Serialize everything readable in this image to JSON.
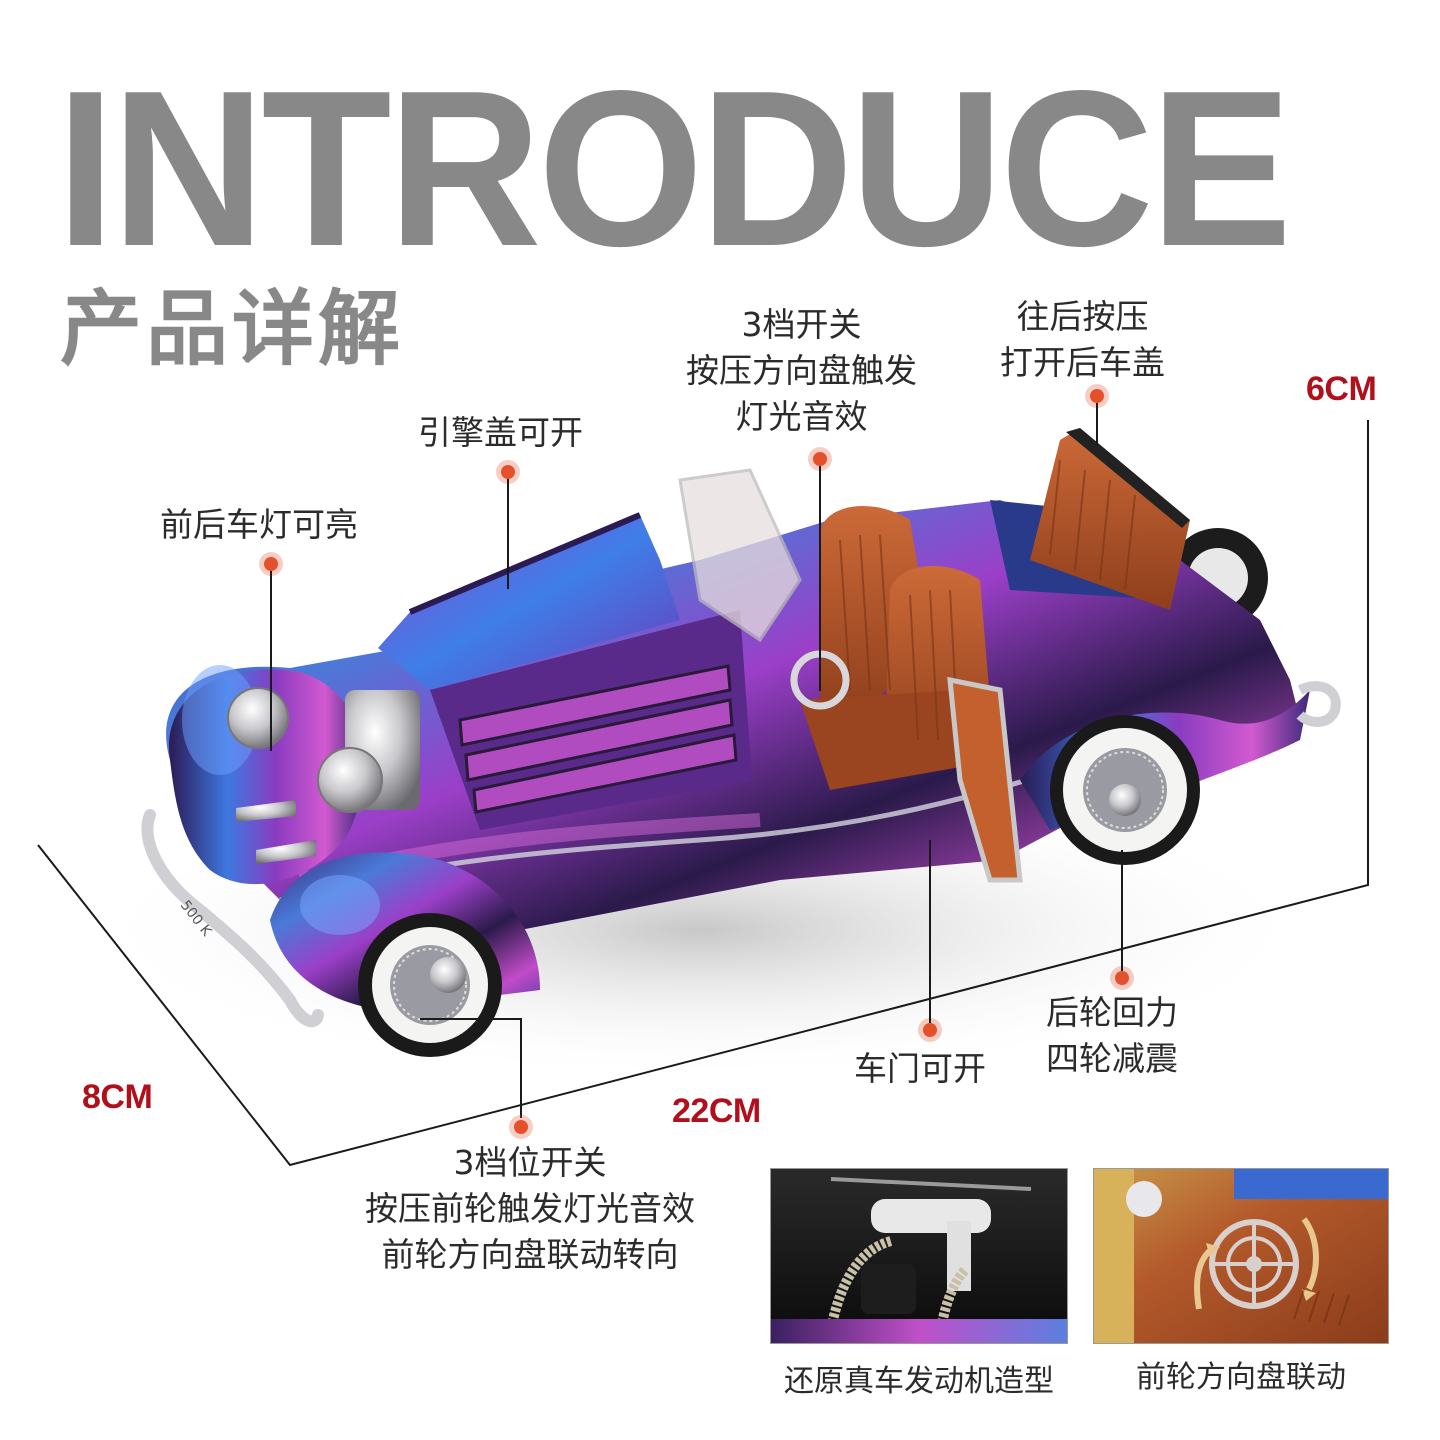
{
  "header": {
    "title": "INTRODUCE",
    "subtitle": "产品详解"
  },
  "callouts": {
    "lights": {
      "lines": [
        "前后车灯可亮"
      ]
    },
    "hood": {
      "lines": [
        "引擎盖可开"
      ]
    },
    "steering_switch": {
      "lines": [
        "3档开关",
        "按压方向盘触发",
        "灯光音效"
      ]
    },
    "trunk": {
      "lines": [
        "往后按压",
        "打开后车盖"
      ]
    },
    "front_wheel_switch": {
      "lines": [
        "3档位开关",
        "按压前轮触发灯光音效",
        "前轮方向盘联动转向"
      ]
    },
    "door": {
      "lines": [
        "车门可开"
      ]
    },
    "rear_wheel": {
      "lines": [
        "后轮回力",
        "四轮减震"
      ]
    }
  },
  "dimensions": {
    "height": "6CM",
    "width": "8CM",
    "length": "22CM"
  },
  "thumbnails": [
    {
      "caption": "还原真车发动机造型",
      "subject": "engine-detail"
    },
    {
      "caption": "前轮方向盘联动",
      "subject": "steering-linkage-detail"
    }
  ],
  "product": {
    "plate_text": "500 K"
  },
  "colors": {
    "title_gray": "#888888",
    "dimension_red": "#b0101c",
    "callout_dot": "#e4502a",
    "interior_leather": "#b5552a"
  }
}
